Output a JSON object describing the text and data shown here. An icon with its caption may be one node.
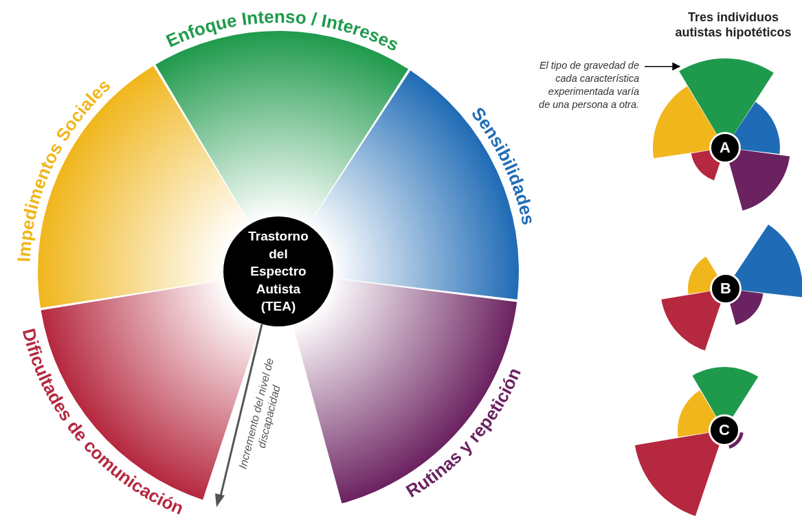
{
  "diagram": {
    "nodes": [
      {
        "text": [
          "Impedimentos Sociales"
        ]
      },
      {
        "text": [
          "Enfoque Intenso / Intereses"
        ]
      },
      {
        "text": [
          "Sensibilidades"
        ]
      },
      {
        "text": [
          "Rutinas y repetición"
        ]
      },
      {
        "text": [
          "Dificultades de comunicación"
        ]
      },
      {
        "text": [
          "Trastorno del Espectro Autista (TEA)"
        ]
      },
      {
        "text": [
          "El tipo de gravedad de cada característica experimentada varía de una persona a otra."
        ]
      },
      {
        "text": [],
        "shape": "wedge"
      },
      {
        "text": [
          "A"
        ]
      },
      {
        "text": [
          "B"
        ]
      },
      {
        "text": [
          "C"
        ]
      }
    ],
    "edges": [
      {
        "from": 6,
        "to": 7,
        "arrow": "to"
      }
    ],
    "labels": [
      "Tres individuos autistas hipotéticos",
      "Incremento del nivel de discapacidad"
    ]
  }
}
